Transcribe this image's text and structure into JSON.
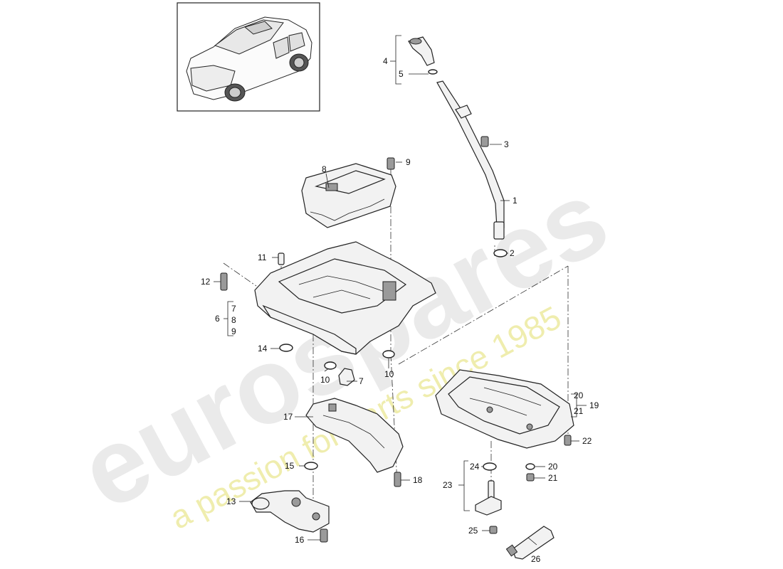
{
  "watermark": {
    "brand": "eurospares",
    "tagline": "a passion for parts since 1985"
  },
  "callouts": {
    "c1": "1",
    "c2": "2",
    "c3": "3",
    "c4": "4",
    "c5": "5",
    "c6": "6",
    "c6a": "7",
    "c6b": "8",
    "c6c": "9",
    "c7": "7",
    "c8": "8",
    "c9": "9",
    "c10a": "10",
    "c10b": "10",
    "c11": "11",
    "c12": "12",
    "c13": "13",
    "c14": "14",
    "c15": "15",
    "c16": "16",
    "c17": "17",
    "c18": "18",
    "c19": "19",
    "c19a": "20",
    "c19b": "21",
    "c20": "20",
    "c21": "21",
    "c22": "22",
    "c23": "23",
    "c24": "24",
    "c25": "25",
    "c26": "26"
  },
  "colors": {
    "line": "#222222",
    "watermark_brand": "#d9d9d9",
    "watermark_tagline": "#e6e27a"
  }
}
